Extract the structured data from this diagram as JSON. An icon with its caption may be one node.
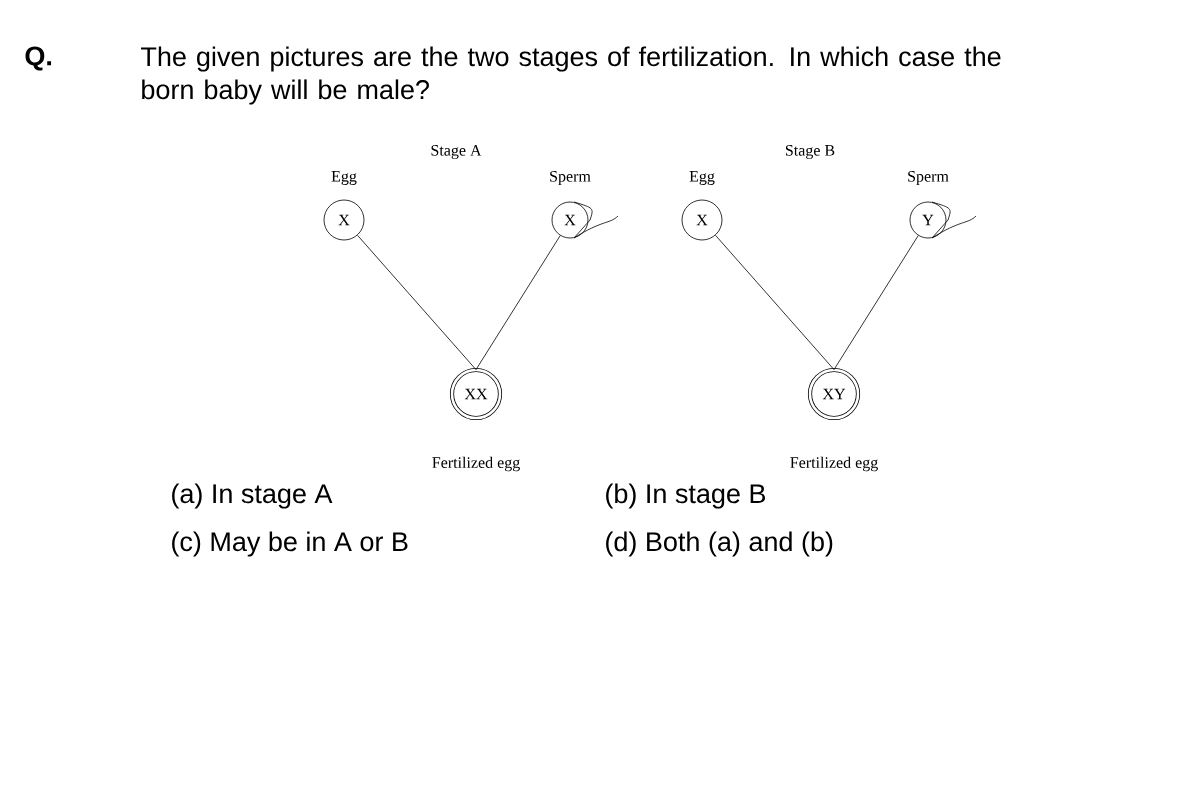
{
  "diagram": {
    "title": "The given pictures are the two stages of fertilization. In which case the born baby will be male?",
    "nodes": [
      {
        "text": [
          "X"
        ],
        "beside": [
          "Egg"
        ]
      },
      {
        "text": [
          "X"
        ],
        "beside": [
          "Sperm"
        ]
      },
      {
        "text": [
          "XX"
        ],
        "beside": [
          "Fertilized egg"
        ]
      },
      {
        "text": [
          "X"
        ],
        "beside": [
          "Egg"
        ]
      },
      {
        "text": [
          "Y"
        ],
        "beside": [
          "Sperm"
        ]
      },
      {
        "text": [
          "XY"
        ],
        "beside": [
          "Fertilized egg"
        ]
      }
    ],
    "edges": [
      {
        "from": 0,
        "to": 2,
        "arrow": "none"
      },
      {
        "from": 1,
        "to": 2,
        "arrow": "none"
      },
      {
        "from": 3,
        "to": 5,
        "arrow": "none"
      },
      {
        "from": 4,
        "to": 5,
        "arrow": "none"
      }
    ],
    "labels": [
      "Q.",
      "Stage A",
      "Stage B",
      "(a) In stage A",
      "(b) In stage B",
      "(c) May be in A or B",
      "(d) Both (a) and (b)"
    ]
  }
}
